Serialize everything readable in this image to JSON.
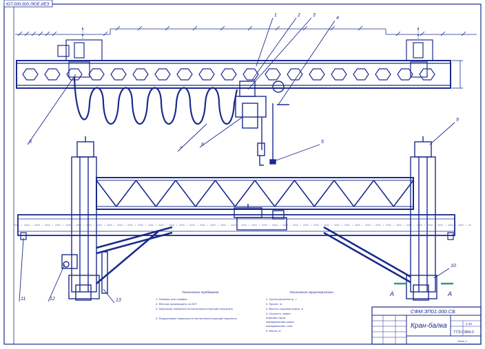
{
  "frame": {
    "stamp_code": "Ю7.000.000.ЛЮЕ.ИЕЗ"
  },
  "callouts": [
    "1",
    "2",
    "3",
    "4",
    "5",
    "6",
    "7",
    "8",
    "9",
    "10",
    "11",
    "12",
    "13"
  ],
  "section_marks": [
    "А",
    "А"
  ],
  "notes": {
    "tech_requirements_title": "Технические требования",
    "tech_requirements_lines": [
      "1. Размеры для справок.",
      "2. Монтаж производить по ОСТ.",
      "3. Наружные поверхности металлоконструкций покрасить",
      "4. Подкрановые поверхности металлоконструкций покрасить"
    ],
    "tech_characteristics_title": "Техническая характеристика",
    "tech_characteristics_lines": [
      "1. Грузоподъемность, т",
      "2. Пролет, м",
      "3. Высота подъема крюка, м",
      "4. Скорость, м/мин",
      "   подъема груза",
      "   передвижения крана",
      "   передвижения тали",
      "5. Масса, кг"
    ]
  },
  "title_block": {
    "doc_code": "СФМ.ЗП01.000.СБ",
    "title": "Кран-балка",
    "org": "ТТЭ.СФМ-2",
    "scale": "1:10",
    "sheet_label": "Лист 1"
  }
}
